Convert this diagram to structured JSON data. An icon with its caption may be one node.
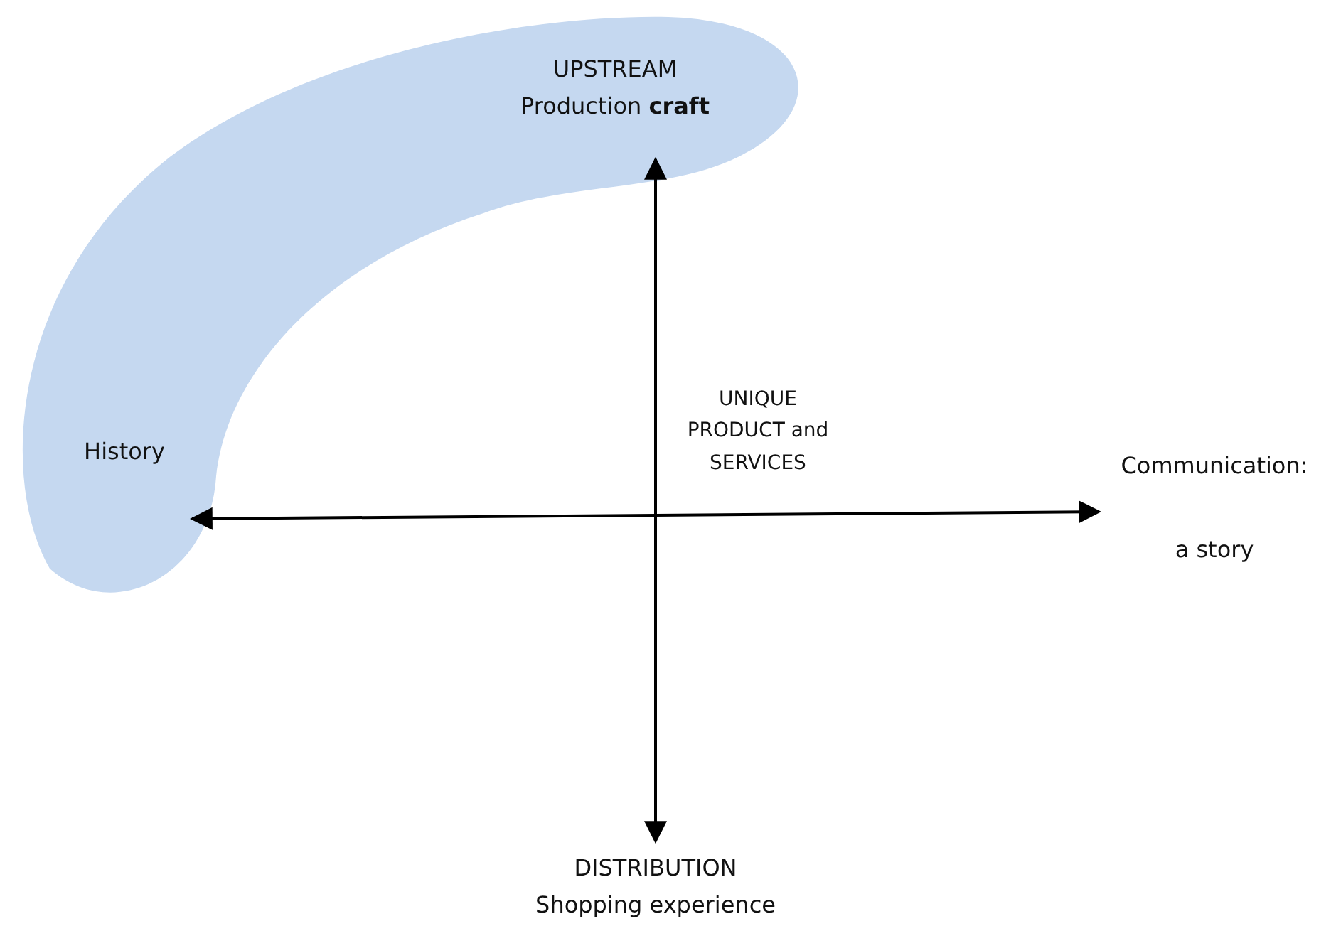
{
  "diagram": {
    "nodes": [
      {
        "text": [
          "UPSTREAM",
          "Production **craft**"
        ]
      },
      {
        "text": [
          "History"
        ]
      },
      {
        "text": [
          "UNIQUE PRODUCT and SERVICES"
        ]
      },
      {
        "text": [
          "Communication:",
          "a story"
        ]
      },
      {
        "text": [
          "DISTRIBUTION",
          "Shopping experience"
        ]
      }
    ],
    "edges": [
      {
        "from": 0,
        "to": 4,
        "arrow": "both"
      },
      {
        "from": 1,
        "to": 3,
        "arrow": "both"
      }
    ]
  }
}
